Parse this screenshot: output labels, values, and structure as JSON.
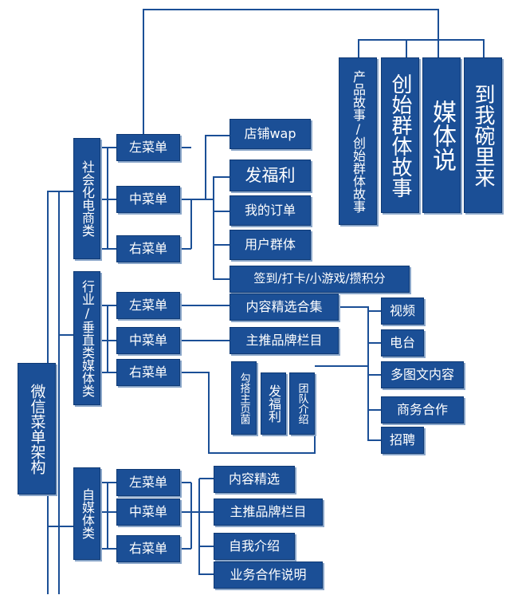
{
  "root": {
    "label": "微信菜单架构"
  },
  "sections": [
    {
      "label": "社会化电商类",
      "menus": [
        "左菜单",
        "中菜单",
        "右菜单"
      ],
      "items": [
        "店铺wap",
        "发福利",
        "我的订单",
        "用户群体",
        "签到/打卡/小游戏/攒积分"
      ]
    },
    {
      "label": "行业/垂直类媒体类",
      "menus": [
        "左菜单",
        "中菜单",
        "右菜单"
      ],
      "items": [
        "内容精选合集",
        "主推品牌栏目"
      ],
      "sub_items": [
        "视频",
        "电台",
        "多图文内容",
        "商务合作",
        "招聘"
      ],
      "vertical_items": [
        "勾搭主页菌",
        "发福利",
        "团队介绍"
      ]
    },
    {
      "label": "自媒体类",
      "menus": [
        "左菜单",
        "中菜单",
        "右菜单"
      ],
      "items": [
        "内容精选",
        "主推品牌栏目",
        "自我介绍",
        "业务合作说明"
      ]
    }
  ],
  "story_columns": [
    "产品故事/创始群体故事",
    "创始群体故事",
    "媒体说",
    "到我碗里来"
  ],
  "colors": {
    "box_fill": "#1b4f96",
    "box_border": "#0f3a75",
    "line": "#1b4f96",
    "text": "#ffffff"
  }
}
